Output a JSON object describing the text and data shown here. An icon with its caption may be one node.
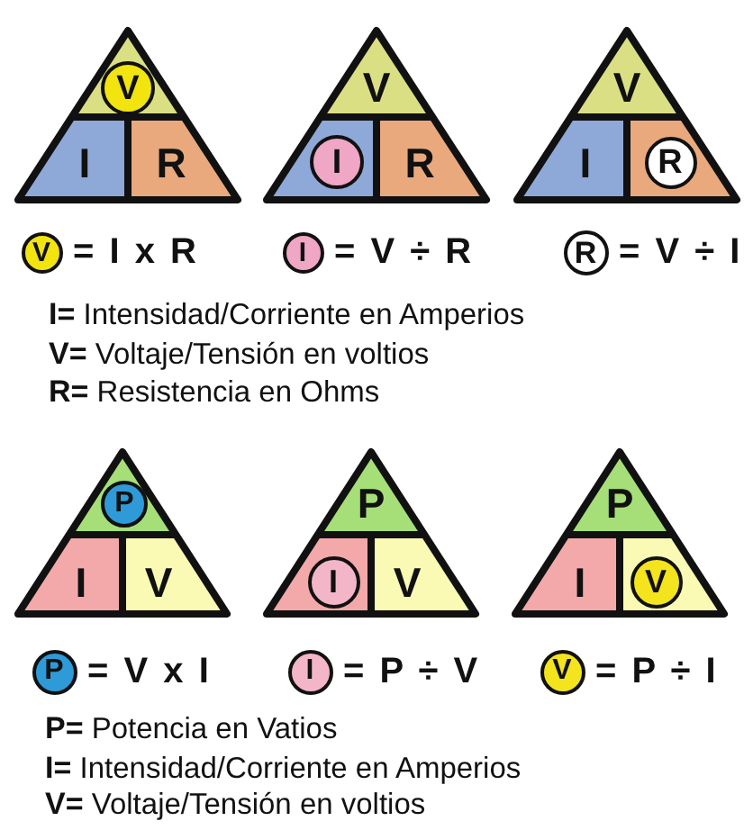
{
  "diagram": {
    "nodes": [
      {
        "text": [],
        "shape": "triangle"
      },
      {
        "text": [],
        "shape": "triangle",
        "in": 0
      },
      {
        "text": [
          "V"
        ],
        "in": 1
      },
      {
        "text": [
          "I"
        ],
        "in": 0
      },
      {
        "text": [
          "R"
        ],
        "in": 0
      },
      {
        "text": [],
        "shape": "triangle"
      },
      {
        "text": [
          "V"
        ],
        "in": 5
      },
      {
        "text": [],
        "shape": "trapezoid",
        "in": 5
      },
      {
        "text": [
          "I"
        ],
        "in": 7
      },
      {
        "text": [
          "R"
        ],
        "in": 5
      },
      {
        "text": [],
        "shape": "triangle"
      },
      {
        "text": [
          "V"
        ],
        "in": 10
      },
      {
        "text": [
          "I"
        ],
        "in": 10
      },
      {
        "text": [],
        "shape": "trapezoid",
        "in": 10
      },
      {
        "text": [
          "R"
        ],
        "in": 13
      },
      {
        "text": [
          "V"
        ],
        "beside": [
          "= I x R"
        ]
      },
      {
        "text": [
          "I"
        ],
        "beside": [
          "= V ÷ R"
        ]
      },
      {
        "text": [
          "R"
        ],
        "beside": [
          "= V ÷ I"
        ]
      },
      {
        "text": [],
        "shape": "triangle"
      },
      {
        "text": [],
        "shape": "triangle",
        "in": 18
      },
      {
        "text": [
          "P"
        ],
        "in": 19
      },
      {
        "text": [
          "I"
        ],
        "in": 18
      },
      {
        "text": [
          "V"
        ],
        "in": 18
      },
      {
        "text": [],
        "shape": "triangle"
      },
      {
        "text": [
          "P"
        ],
        "in": 23
      },
      {
        "text": [],
        "shape": "trapezoid",
        "in": 23
      },
      {
        "text": [
          "I"
        ],
        "in": 25
      },
      {
        "text": [
          "V"
        ],
        "in": 23
      },
      {
        "text": [],
        "shape": "triangle"
      },
      {
        "text": [
          "P"
        ],
        "in": 28
      },
      {
        "text": [
          "I"
        ],
        "in": 28
      },
      {
        "text": [],
        "shape": "trapezoid",
        "in": 28
      },
      {
        "text": [
          "V"
        ],
        "in": 31
      },
      {
        "text": [
          "P"
        ],
        "beside": [
          "= V x I"
        ]
      },
      {
        "text": [
          "I"
        ],
        "beside": [
          "= P ÷ V"
        ]
      },
      {
        "text": [
          "V"
        ],
        "beside": [
          "= P ÷ I"
        ]
      }
    ],
    "labels": [
      "**I=** Intensidad/Corriente en Amperios",
      "**V=** Voltaje/Tensión en voltios",
      "**R=** Resistencia en Ohms",
      "**P=** Potencia en Vatios",
      "**I=** Intensidad/Corriente en Amperios",
      "**V=** Voltaje/Tensión en voltios"
    ]
  }
}
